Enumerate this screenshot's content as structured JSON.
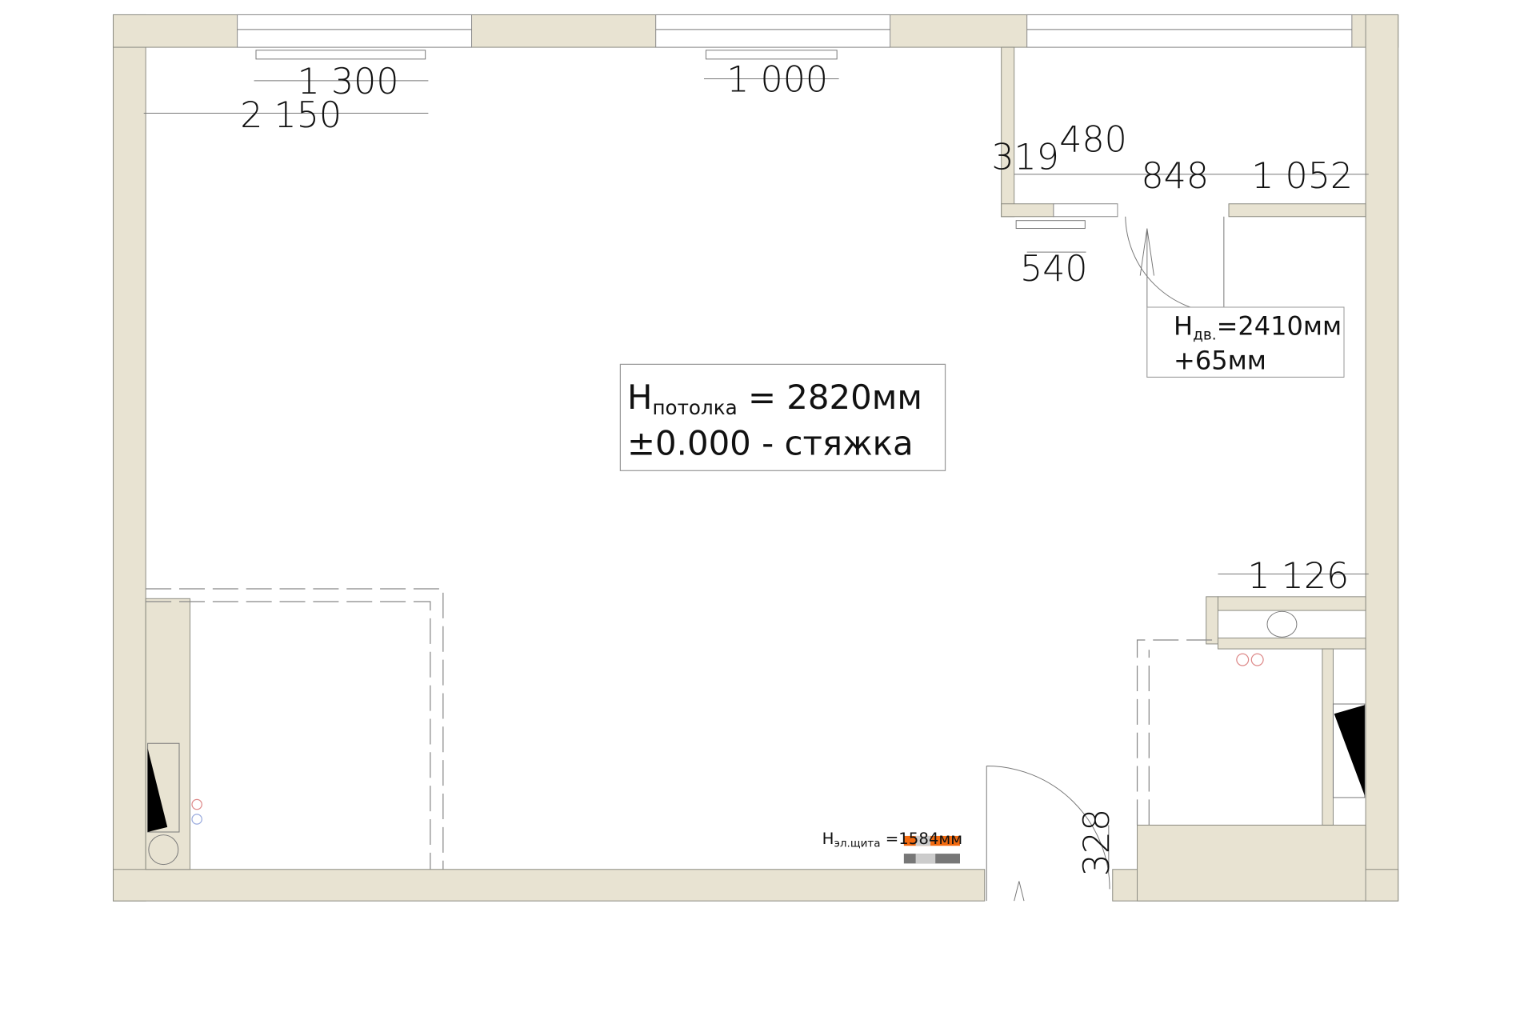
{
  "plan": {
    "dimensions": {
      "window_left_radiator": "1 300",
      "window_left_offset": "2 150",
      "window_center_radiator": "1 000",
      "d319": "319",
      "d480": "480",
      "d848": "848",
      "d1052": "1 052",
      "radiator_small": "540",
      "d1126": "1 126",
      "d328": "328"
    },
    "ceiling_note": {
      "h": "H",
      "sub": "потолка",
      "value": " = 2820мм",
      "line2": "±0.000 - стяжка"
    },
    "door_note": {
      "h": "H",
      "sub": "дв.",
      "value": "=2410мм",
      "line2": "+65мм"
    },
    "panel_note": {
      "h": "H",
      "sub": "эл.щита",
      "value": " =1584мм"
    },
    "colors": {
      "wall": "#e8e3d2",
      "panel_accent": "#f26a10"
    }
  }
}
